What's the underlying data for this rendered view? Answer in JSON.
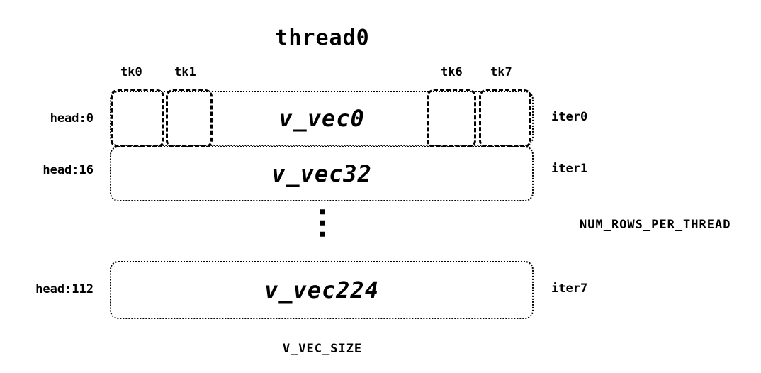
{
  "title": "thread0",
  "ticks": [
    {
      "label": "tk0"
    },
    {
      "label": "tk1"
    },
    {
      "label": "tk6"
    },
    {
      "label": "tk7"
    }
  ],
  "rows": [
    {
      "head": "head:0",
      "vec": "v_vec0",
      "iter": "iter0"
    },
    {
      "head": "head:16",
      "vec": "v_vec32",
      "iter": "iter1"
    },
    {
      "head": "head:112",
      "vec": "v_vec224",
      "iter": "iter7"
    }
  ],
  "ellipsis": "⋮",
  "annotations": {
    "rows_per_thread": "NUM_ROWS_PER_THREAD",
    "vec_size": "V_VEC_SIZE"
  },
  "colors": {
    "ink": "#000000",
    "background": "#ffffff"
  }
}
